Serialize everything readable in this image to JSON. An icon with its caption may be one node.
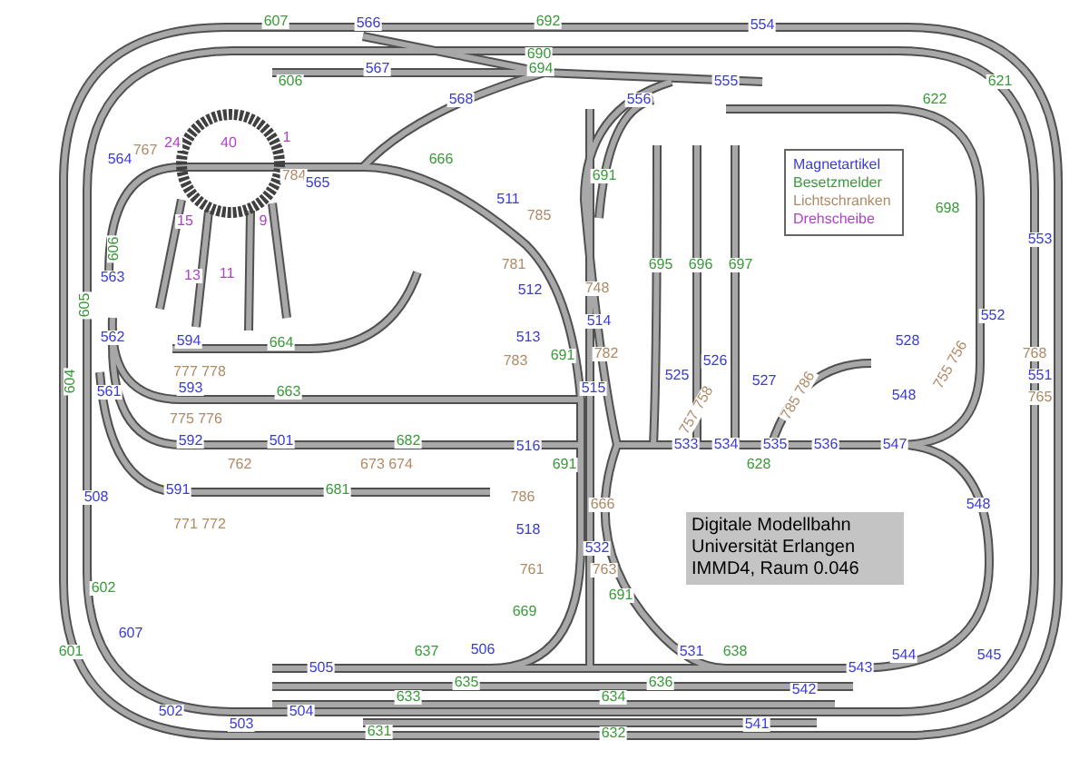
{
  "diagram": {
    "nodes": [
      {
        "text": [
          "Digitale Modellbahn",
          "Universität Erlangen",
          "IMMD4, Raum 0.046"
        ]
      }
    ],
    "labels": [
      "607",
      "566",
      "692",
      "554",
      "690",
      "567",
      "694",
      "606",
      "555",
      "621",
      "568",
      "556",
      "622",
      "1",
      "24",
      "40",
      "767",
      "564",
      "666",
      "784",
      "565",
      "691",
      "511",
      "698",
      "785",
      "15",
      "9",
      "553",
      "606",
      "781",
      "695",
      "696",
      "697",
      "563",
      "13",
      "11",
      "512",
      "748",
      "605",
      "514",
      "552",
      "562",
      "594",
      "664",
      "513",
      "528",
      "783",
      "691",
      "782",
      "526",
      "755 756",
      "768",
      "604",
      "777 778",
      "525",
      "527",
      "551",
      "561",
      "593",
      "663",
      "515",
      "785 786",
      "548",
      "765",
      "757 758",
      "775 776",
      "592",
      "501",
      "682",
      "516",
      "533",
      "534",
      "535",
      "536",
      "547",
      "762",
      "673 674",
      "691",
      "628",
      "591",
      "681",
      "508",
      "786",
      "666",
      "548",
      "771 772",
      "518",
      "532",
      "761",
      "763",
      "602",
      "691",
      "669",
      "607",
      "601",
      "637",
      "506",
      "531",
      "638",
      "544",
      "545",
      "505",
      "543",
      "635",
      "636",
      "542",
      "633",
      "634",
      "502",
      "504",
      "503",
      "541",
      "631",
      "632"
    ],
    "legend": [
      {
        "text": "Magnetartikel",
        "color": "#3a3ae0"
      },
      {
        "text": "Besetzmelder",
        "color": "#3a9a3a"
      },
      {
        "text": "Lichtschranken",
        "color": "#b08a66"
      },
      {
        "text": "Drehscheibe",
        "color": "#b040c8"
      }
    ]
  }
}
